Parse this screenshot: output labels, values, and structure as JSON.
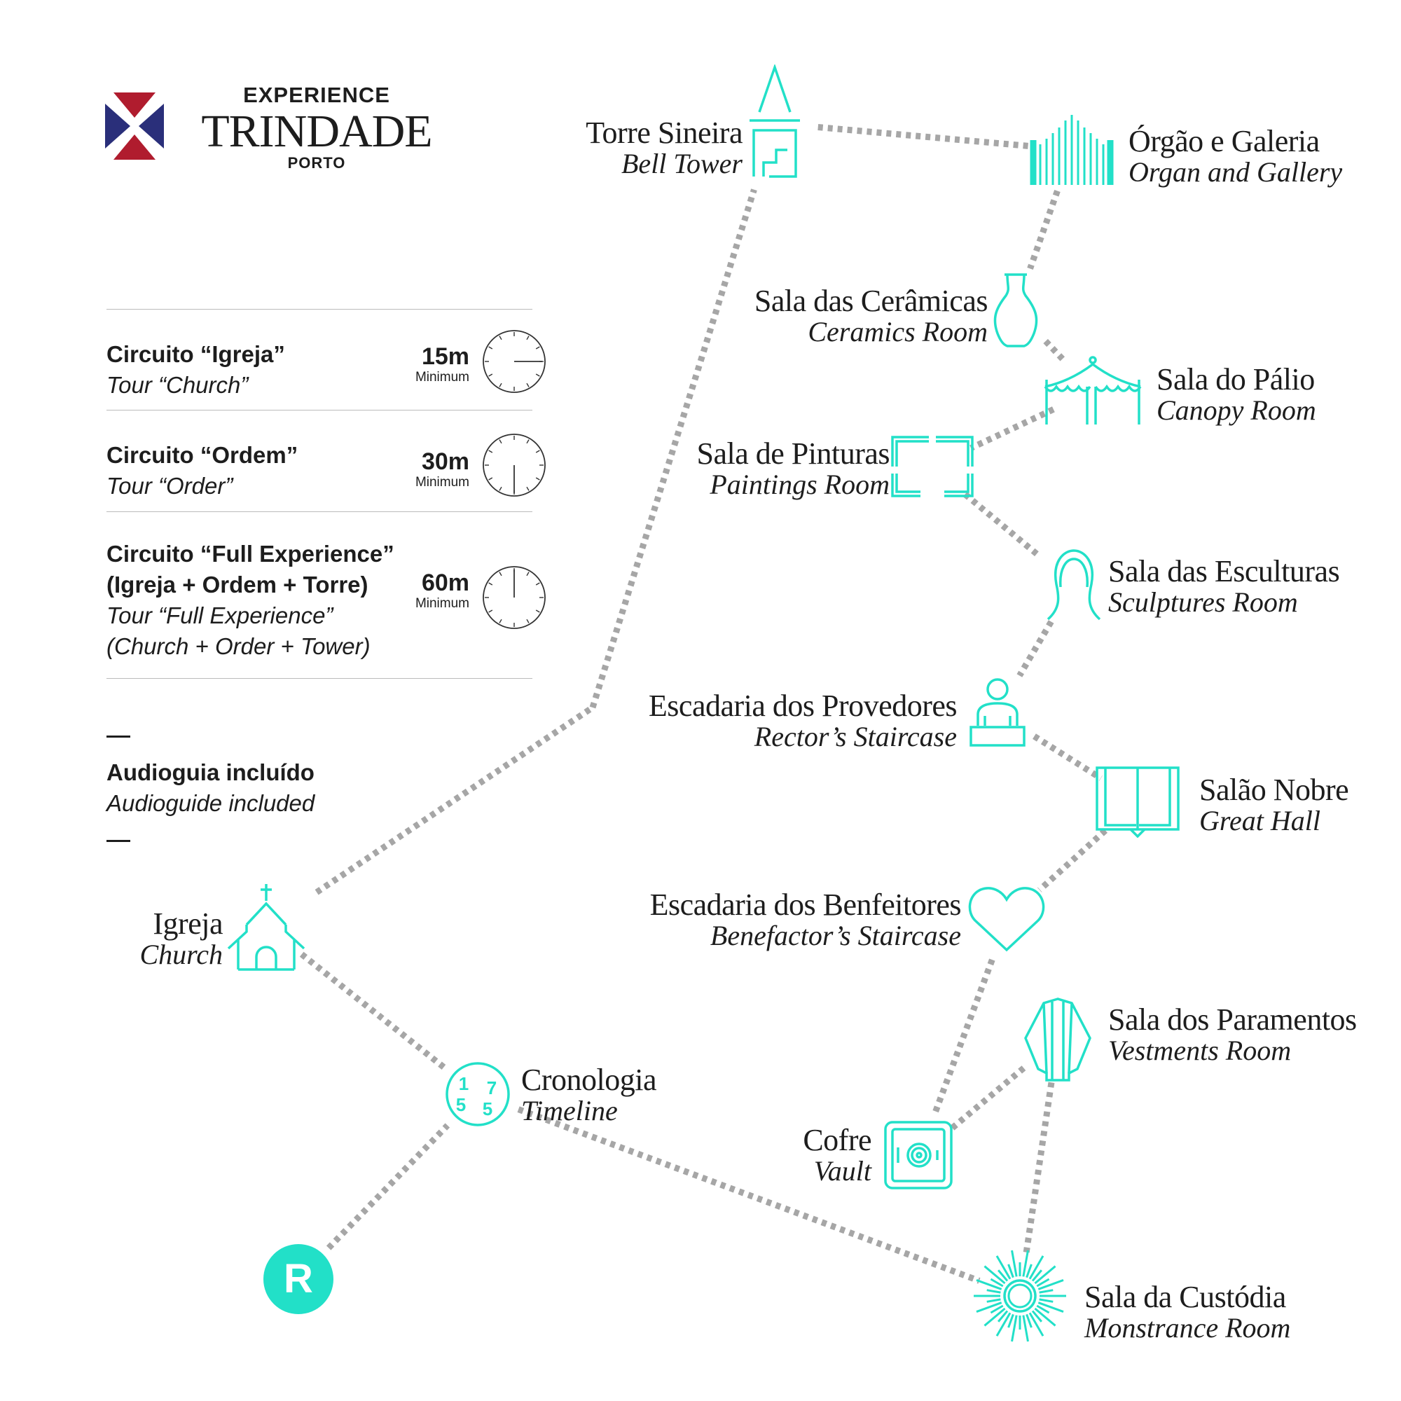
{
  "brand": {
    "line1": "EXPERIENCE",
    "line2": "TRINDADE",
    "line3": "PORTO",
    "logo_colors": {
      "red": "#b01c2e",
      "blue": "#2a2f7a"
    }
  },
  "tours": [
    {
      "pt": "Circuito “Igreja”",
      "en": "Tour “Church”",
      "duration": "15m",
      "min": "Minimum",
      "minutes": 15
    },
    {
      "pt": "Circuito “Ordem”",
      "en": "Tour “Order”",
      "duration": "30m",
      "min": "Minimum",
      "minutes": 30
    },
    {
      "pt": "Circuito “Full Experience”",
      "pt2": "(Igreja + Ordem + Torre)",
      "en": "Tour “Full Experience”",
      "en2": "(Church + Order + Tower)",
      "duration": "60m",
      "min": "Minimum",
      "minutes": 60
    }
  ],
  "audio": {
    "pt": "Audioguia incluído",
    "en": "Audioguide included"
  },
  "colors": {
    "accent": "#22e0c8",
    "text": "#1d1d1d",
    "link": "#a6a6a6"
  },
  "stops": {
    "reception": {
      "letter": "R"
    },
    "igreja": {
      "pt": "Igreja",
      "en": "Church",
      "icon": "church-icon"
    },
    "cronologia": {
      "pt": "Cronologia",
      "en": "Timeline",
      "icon": "timeline-1755-icon",
      "digits": [
        "1",
        "7",
        "5",
        "5"
      ]
    },
    "torre": {
      "pt": "Torre Sineira",
      "en": "Bell Tower",
      "icon": "bell-tower-icon"
    },
    "orgao": {
      "pt": "Órgão e Galeria",
      "en": "Organ and Gallery",
      "icon": "organ-icon"
    },
    "ceramicas": {
      "pt": "Sala das Cerâmicas",
      "en": "Ceramics Room",
      "icon": "vase-icon"
    },
    "palio": {
      "pt": "Sala do Pálio",
      "en": "Canopy Room",
      "icon": "canopy-icon"
    },
    "pinturas": {
      "pt": "Sala de Pinturas",
      "en": "Paintings Room",
      "icon": "frame-icon"
    },
    "esculturas": {
      "pt": "Sala das Esculturas",
      "en": "Sculptures Room",
      "icon": "sculpture-icon"
    },
    "provedores": {
      "pt": "Escadaria dos Provedores",
      "en": "Rector’s Staircase",
      "icon": "rector-icon"
    },
    "salao": {
      "pt": "Salão Nobre",
      "en": "Great Hall",
      "icon": "book-icon"
    },
    "benfeitores": {
      "pt": "Escadaria dos Benfeitores",
      "en": "Benefactor’s Staircase",
      "icon": "heart-icon"
    },
    "paramentos": {
      "pt": "Sala dos Paramentos",
      "en": "Vestments Room",
      "icon": "vestment-icon"
    },
    "cofre": {
      "pt": "Cofre",
      "en": "Vault",
      "icon": "safe-icon"
    },
    "custodia": {
      "pt": "Sala da Custódia",
      "en": "Monstrance Room",
      "icon": "monstrance-icon"
    }
  },
  "connections": [
    [
      "reception",
      "cronologia"
    ],
    [
      "cronologia",
      "igreja"
    ],
    [
      "igreja",
      "torre"
    ],
    [
      "torre",
      "orgao"
    ],
    [
      "orgao",
      "ceramicas"
    ],
    [
      "ceramicas",
      "palio"
    ],
    [
      "palio",
      "pinturas"
    ],
    [
      "pinturas",
      "esculturas"
    ],
    [
      "esculturas",
      "provedores"
    ],
    [
      "provedores",
      "salao"
    ],
    [
      "salao",
      "benfeitores"
    ],
    [
      "benfeitores",
      "cofre"
    ],
    [
      "cofre",
      "paramentos"
    ],
    [
      "paramentos",
      "custodia"
    ],
    [
      "cronologia",
      "custodia"
    ]
  ]
}
